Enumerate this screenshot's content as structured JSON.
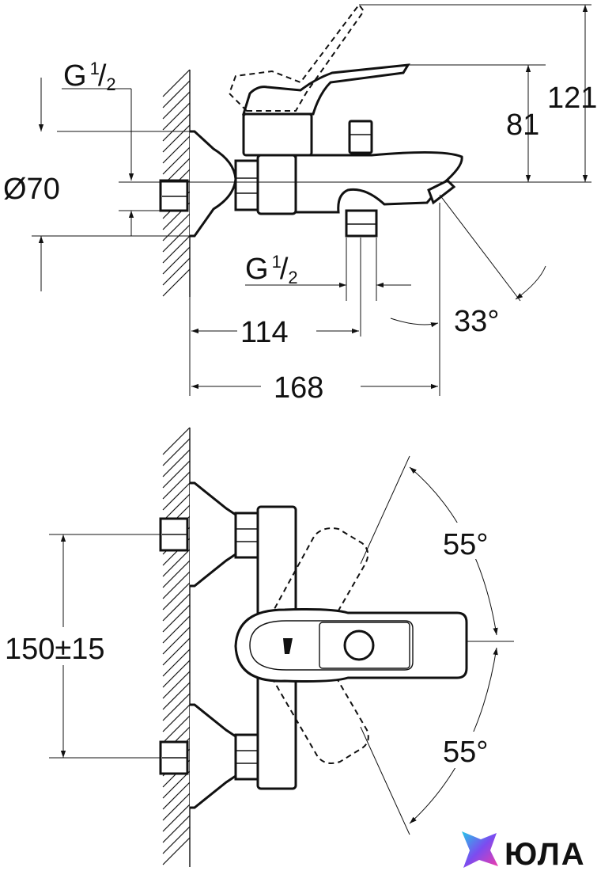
{
  "dimensions": {
    "thread_top": {
      "prefix": "G",
      "sup": "1",
      "sub": "2"
    },
    "thread_bottom": {
      "prefix": "G",
      "sup": "1",
      "sub": "2"
    },
    "diameter": "Ø70",
    "height_total": "121",
    "height_lever": "81",
    "length_outlet": "114",
    "length_total": "168",
    "angle_spout": "33°",
    "centre_distance": "150±15",
    "angle_lever_up": "55°",
    "angle_lever_down": "55°"
  },
  "brand": {
    "name": "ЮЛА"
  }
}
